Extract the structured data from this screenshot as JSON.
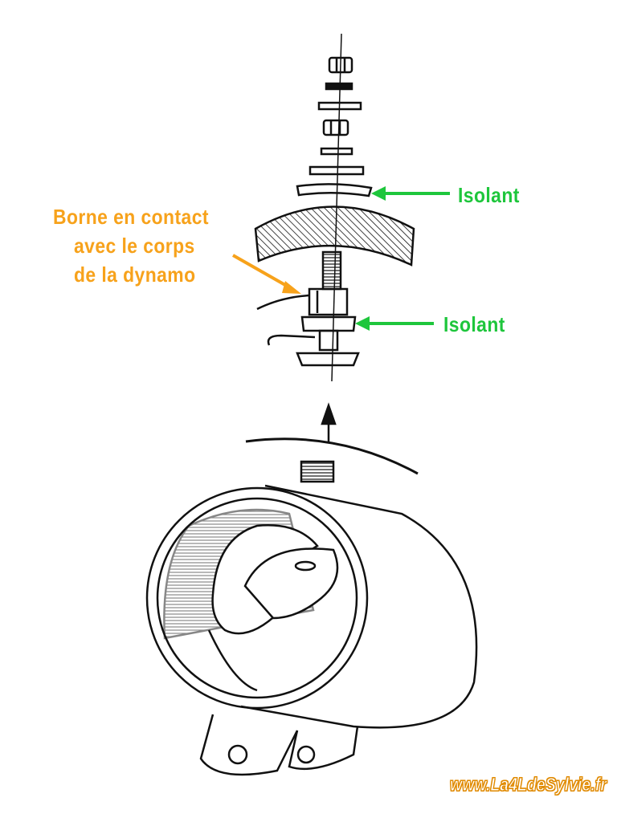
{
  "labels": {
    "borne": [
      "Borne en contact",
      "avec le corps",
      "de la dynamo"
    ],
    "isolant_top": "Isolant",
    "isolant_bottom": "Isolant"
  },
  "watermark": "www.La4LdeSylvie.fr",
  "colors": {
    "orange": "#f7a21b",
    "green": "#1ec63c",
    "ink": "#111111"
  }
}
